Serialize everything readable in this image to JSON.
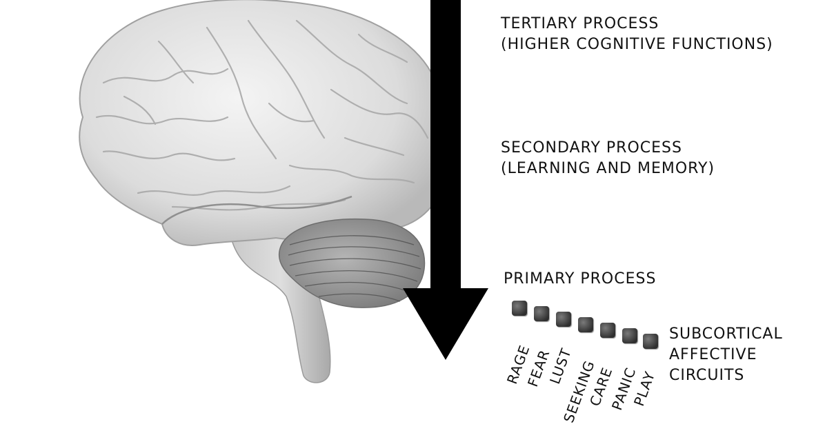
{
  "labels": {
    "tertiary_line1": "TERTIARY PROCESS",
    "tertiary_line2": "(HIGHER COGNITIVE FUNCTIONS)",
    "secondary_line1": "SECONDARY PROCESS",
    "secondary_line2": "(LEARNING AND MEMORY)",
    "primary": "PRIMARY PROCESS",
    "subcortical_line1": "SUBCORTICAL",
    "subcortical_line2": "AFFECTIVE",
    "subcortical_line3": "CIRCUITS"
  },
  "circuits": [
    "RAGE",
    "FEAR",
    "LUST",
    "SEEKING",
    "CARE",
    "PANIC",
    "PLAY"
  ],
  "colors": {
    "brain_fill": "#e6e6e6",
    "brain_shadow": "#b8b8b8",
    "cerebellum": "#9a9a9a",
    "arrow": "#000000",
    "box": "#3a3a3a"
  }
}
